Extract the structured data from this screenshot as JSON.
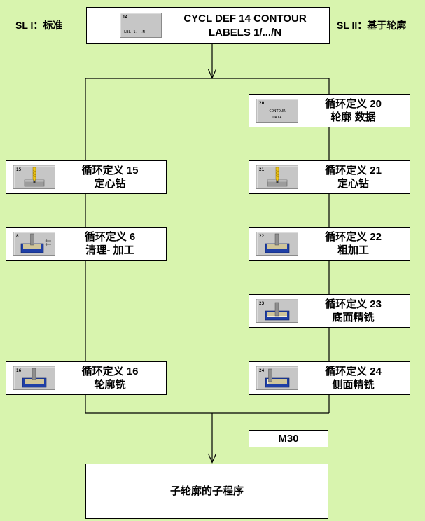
{
  "labels": {
    "sl1": "SL I：标准",
    "sl2": "SL II：基于轮廓"
  },
  "top_box": {
    "icon_number": "14",
    "icon_text": "LBL 1...N",
    "line1": "CYCL DEF 14 CONTOUR",
    "line2": "LABELS 1/.../N"
  },
  "left_column": [
    {
      "icon": "drill-icon",
      "icon_number": "15",
      "line1": "循环定义 15",
      "line2": "定心钻"
    },
    {
      "icon": "pocket-clearing-icon",
      "icon_number": "8",
      "line1": "循环定义 6",
      "line2": "清理- 加工"
    },
    {
      "icon": "contour-milling-icon",
      "icon_number": "16",
      "line1": "循环定义 16",
      "line2": "轮廓铣"
    }
  ],
  "right_column": [
    {
      "icon": "contour-data-icon",
      "icon_number": "20",
      "icon_line1": "CONTOUR",
      "icon_line2": "DATA",
      "line1": "循环定义 20",
      "line2": "轮廓 数据"
    },
    {
      "icon": "drill-icon",
      "icon_number": "21",
      "line1": "循环定义 21",
      "line2": "定心钻"
    },
    {
      "icon": "roughing-icon",
      "icon_number": "22",
      "line1": "循环定义 22",
      "line2": "粗加工"
    },
    {
      "icon": "floor-finishing-icon",
      "icon_number": "23",
      "line1": "循环定义 23",
      "line2": "底面精铣"
    },
    {
      "icon": "side-finishing-icon",
      "icon_number": "24",
      "line1": "循环定义 24",
      "line2": "侧面精铣"
    }
  ],
  "end_box": {
    "label": "M30"
  },
  "bottom_box": {
    "label": "子轮廓的子程序"
  },
  "colors": {
    "background": "#d8f4ae",
    "box": "#ffffff",
    "border": "#000000",
    "icon_bg": "#c6c6c6",
    "drill": "#f0c818",
    "pocket": "#1f3fa6"
  }
}
